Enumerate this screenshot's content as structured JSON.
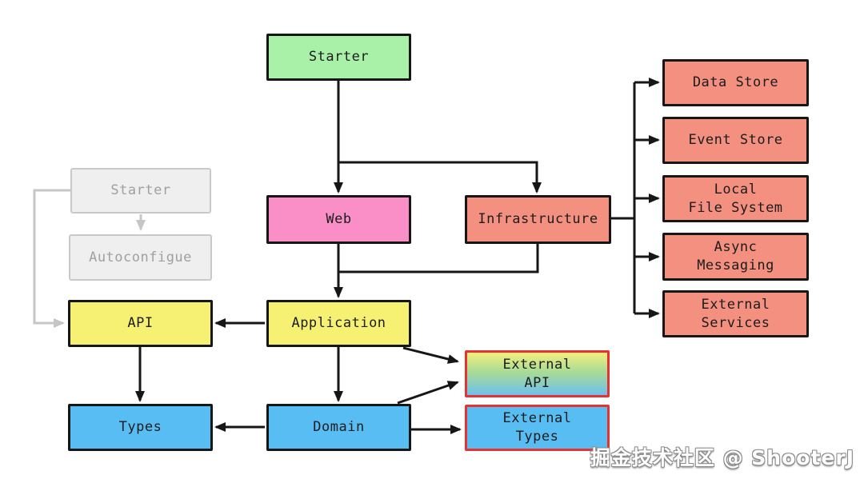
{
  "nodes": {
    "starter_top": {
      "label": "Starter"
    },
    "starter_gray": {
      "label": "Starter"
    },
    "autoconfigue": {
      "label": "Autoconfigue"
    },
    "web": {
      "label": "Web"
    },
    "infrastructure": {
      "label": "Infrastructure"
    },
    "data_store": {
      "label": "Data Store"
    },
    "event_store": {
      "label": "Event Store"
    },
    "local_file_system": {
      "label": "Local\nFile System"
    },
    "async_messaging": {
      "label": "Async\nMessaging"
    },
    "external_services": {
      "label": "External\nServices"
    },
    "api": {
      "label": "API"
    },
    "application": {
      "label": "Application"
    },
    "types": {
      "label": "Types"
    },
    "domain": {
      "label": "Domain"
    },
    "external_api": {
      "label": "External\nAPI"
    },
    "external_types": {
      "label": "External\nTypes"
    }
  },
  "watermark": "掘金技术社区 @ ShooterJ",
  "colors": {
    "green": "#a9f1a9",
    "pink": "#fa8fc8",
    "salmon": "#f4907f",
    "yellow": "#f6f172",
    "blue": "#57bdf3",
    "red_border": "#e63230",
    "gradient_top": "#f2ef7d",
    "gradient_bottom": "#6ec0ec",
    "gray_fill": "#efefef",
    "gray_border": "#c9c9c9",
    "gray_text": "#a0a0a0",
    "line": "#161616"
  }
}
